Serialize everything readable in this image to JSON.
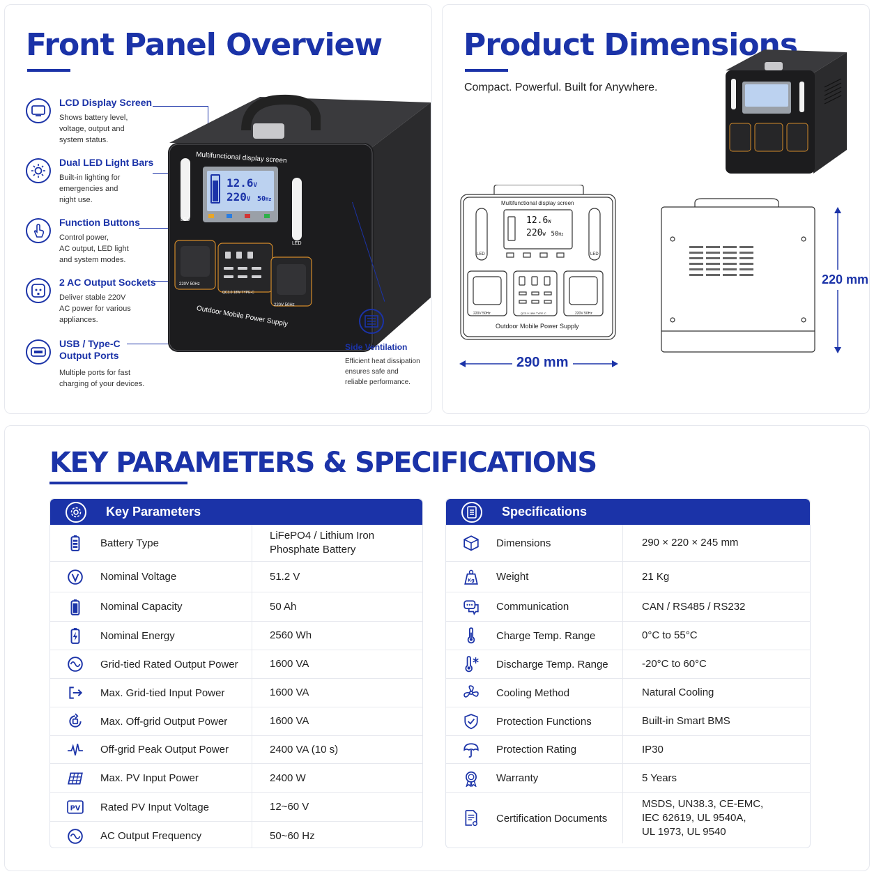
{
  "front_panel": {
    "title": "Front Panel Overview",
    "features": [
      {
        "icon": "lcd-screen-icon",
        "title": "LCD Display Screen",
        "desc": [
          "Shows battery level,",
          "voltage, output and",
          "system status."
        ]
      },
      {
        "icon": "sun-light-icon",
        "title": "Dual LED Light Bars",
        "desc": [
          "Built-in lighting for",
          "emergencies and",
          "night use."
        ]
      },
      {
        "icon": "hand-press-icon",
        "title": "Function Buttons",
        "desc": [
          "Control power,",
          "AC output, LED light",
          "and system modes."
        ]
      },
      {
        "icon": "ac-socket-icon",
        "title": "2 AC Output Sockets",
        "desc": [
          "Deliver stable 220V",
          "AC power for various",
          "appliances."
        ]
      },
      {
        "icon": "usb-port-icon",
        "title": "USB / Type-C Output Ports",
        "desc": [
          "Multiple ports for fast",
          "charging of your devices."
        ]
      }
    ],
    "ventilation": {
      "title": "Side Ventilation",
      "desc": [
        "Efficient heat dissipation",
        "ensures safe and",
        "reliable performance."
      ]
    },
    "device": {
      "screen_label": "Multifunctional display screen",
      "lcd_voltage": "12.6",
      "lcd_voltage_unit": "V",
      "lcd_ac": "220",
      "lcd_ac_unit": "V",
      "lcd_freq": "50",
      "lcd_freq_unit": "Hz",
      "led_label": "LED",
      "brand_text": "Outdoor Mobile Power Supply",
      "socket_label": "220V 50Hz",
      "port_labels": "QC3.0  18W  TYPE-C"
    }
  },
  "dimensions": {
    "title": "Product Dimensions",
    "subtitle": "Compact. Powerful. Built for Anywhere.",
    "width": "290 mm",
    "height": "220 mm",
    "drawing_screen_label": "Multifunctional display screen",
    "drawing_brand": "Outdoor Mobile Power Supply",
    "drawing_lcd_top": "12.6",
    "drawing_lcd_bottom": "220",
    "drawing_lcd_unit_top": "W",
    "drawing_lcd_freq": "50",
    "drawing_lcd_freq_unit": "Hz",
    "drawing_led": "LED",
    "drawing_socket": "220V 50Hz",
    "drawing_ports": "QC3.0  18W  TYPE-C"
  },
  "specs": {
    "title": "KEY PARAMETERS & SPECIFICATIONS",
    "key_parameters": {
      "header": "Key Parameters",
      "rows": [
        {
          "icon": "battery-icon",
          "label": "Battery Type",
          "value": [
            "LiFePO4 / Lithium Iron",
            "Phosphate Battery"
          ]
        },
        {
          "icon": "voltage-v-icon",
          "label": "Nominal Voltage",
          "value": [
            "51.2 V"
          ]
        },
        {
          "icon": "battery-capacity-icon",
          "label": "Nominal Capacity",
          "value": [
            "50 Ah"
          ]
        },
        {
          "icon": "energy-bolt-icon",
          "label": "Nominal Energy",
          "value": [
            "2560 Wh"
          ]
        },
        {
          "icon": "sine-wave-icon",
          "label": "Grid-tied Rated Output Power",
          "value": [
            "1600 VA"
          ]
        },
        {
          "icon": "input-arrow-icon",
          "label": "Max. Grid-tied Input Power",
          "value": [
            "1600 VA"
          ]
        },
        {
          "icon": "plug-cycle-icon",
          "label": "Max. Off-grid Output Power",
          "value": [
            "1600 VA"
          ]
        },
        {
          "icon": "pulse-peak-icon",
          "label": "Off-grid Peak Output Power",
          "value": [
            "2400 VA (10 s)"
          ]
        },
        {
          "icon": "solar-panel-icon",
          "label": "Max. PV Input Power",
          "value": [
            "2400 W"
          ]
        },
        {
          "icon": "pv-label-icon",
          "label": "Rated PV Input Voltage",
          "value": [
            "12~60 V"
          ]
        },
        {
          "icon": "frequency-wave-icon",
          "label": "AC Output Frequency",
          "value": [
            "50~60 Hz"
          ]
        }
      ]
    },
    "specifications": {
      "header": "Specifications",
      "rows": [
        {
          "icon": "cube-icon",
          "label": "Dimensions",
          "value": [
            "290 × 220 × 245 mm"
          ]
        },
        {
          "icon": "weight-kg-icon",
          "label": "Weight",
          "value": [
            "21 Kg"
          ]
        },
        {
          "icon": "chat-bubbles-icon",
          "label": "Communication",
          "value": [
            "CAN / RS485 / RS232"
          ]
        },
        {
          "icon": "thermometer-icon",
          "label": "Charge Temp. Range",
          "value": [
            "0°C to 55°C"
          ]
        },
        {
          "icon": "thermometer-snow-icon",
          "label": "Discharge Temp. Range",
          "value": [
            "-20°C to 60°C"
          ]
        },
        {
          "icon": "fan-icon",
          "label": "Cooling Method",
          "value": [
            "Natural Cooling"
          ]
        },
        {
          "icon": "shield-check-icon",
          "label": "Protection Functions",
          "value": [
            "Built-in Smart BMS"
          ]
        },
        {
          "icon": "umbrella-icon",
          "label": "Protection Rating",
          "value": [
            "IP30"
          ]
        },
        {
          "icon": "award-medal-icon",
          "label": "Warranty",
          "value": [
            "5 Years"
          ]
        },
        {
          "icon": "certificate-doc-icon",
          "label": "Certification Documents",
          "value": [
            "MSDS, UN38.3, CE-EMC,",
            "IEC 62619, UL 9540A,",
            "UL 1973, UL 9540"
          ]
        }
      ]
    }
  },
  "colors": {
    "accent": "#1b33a8",
    "device_body": "#1c1c1e",
    "lcd": "#bcd2f0"
  }
}
